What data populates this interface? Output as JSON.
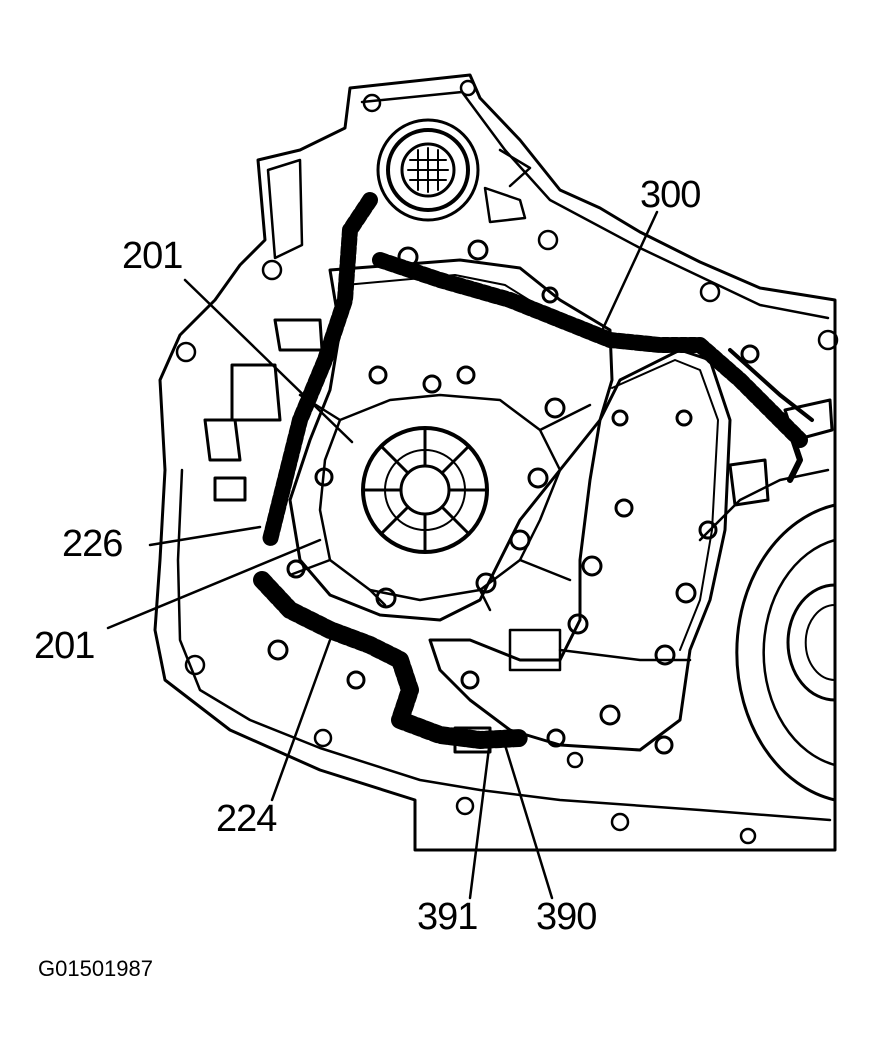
{
  "callouts": {
    "c300": "300",
    "c201_upper": "201",
    "c226": "226",
    "c201_lower": "201",
    "c224": "224",
    "c391": "391",
    "c390": "390"
  },
  "figure_id": "G01501987",
  "colors": {
    "ink": "#000000",
    "paper": "#ffffff"
  }
}
